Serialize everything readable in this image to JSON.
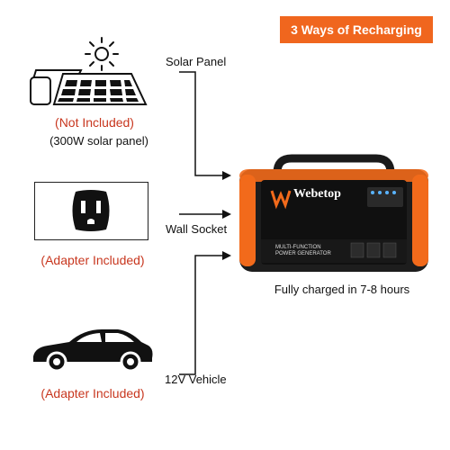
{
  "badge": {
    "text": "3 Ways of Recharging",
    "color": "#f0661e"
  },
  "solar": {
    "label": "Solar Panel",
    "note": "(Not Included)",
    "spec": "(300W solar panel)",
    "icon": "solar-panel-icon"
  },
  "wall": {
    "label": "Wall Socket",
    "note": "(Adapter Included)",
    "icon": "wall-outlet-icon"
  },
  "vehicle": {
    "label": "12V Vehicle",
    "note": "(Adapter Included)",
    "icon": "car-icon"
  },
  "generator": {
    "brand": "Webetop",
    "line1": "MULTI-FUNCTION",
    "line2": "POWER GENERATOR",
    "caption": "Fully charged in 7-8 hours",
    "accent": "#f26a1b"
  },
  "note_color": "#c8371f"
}
